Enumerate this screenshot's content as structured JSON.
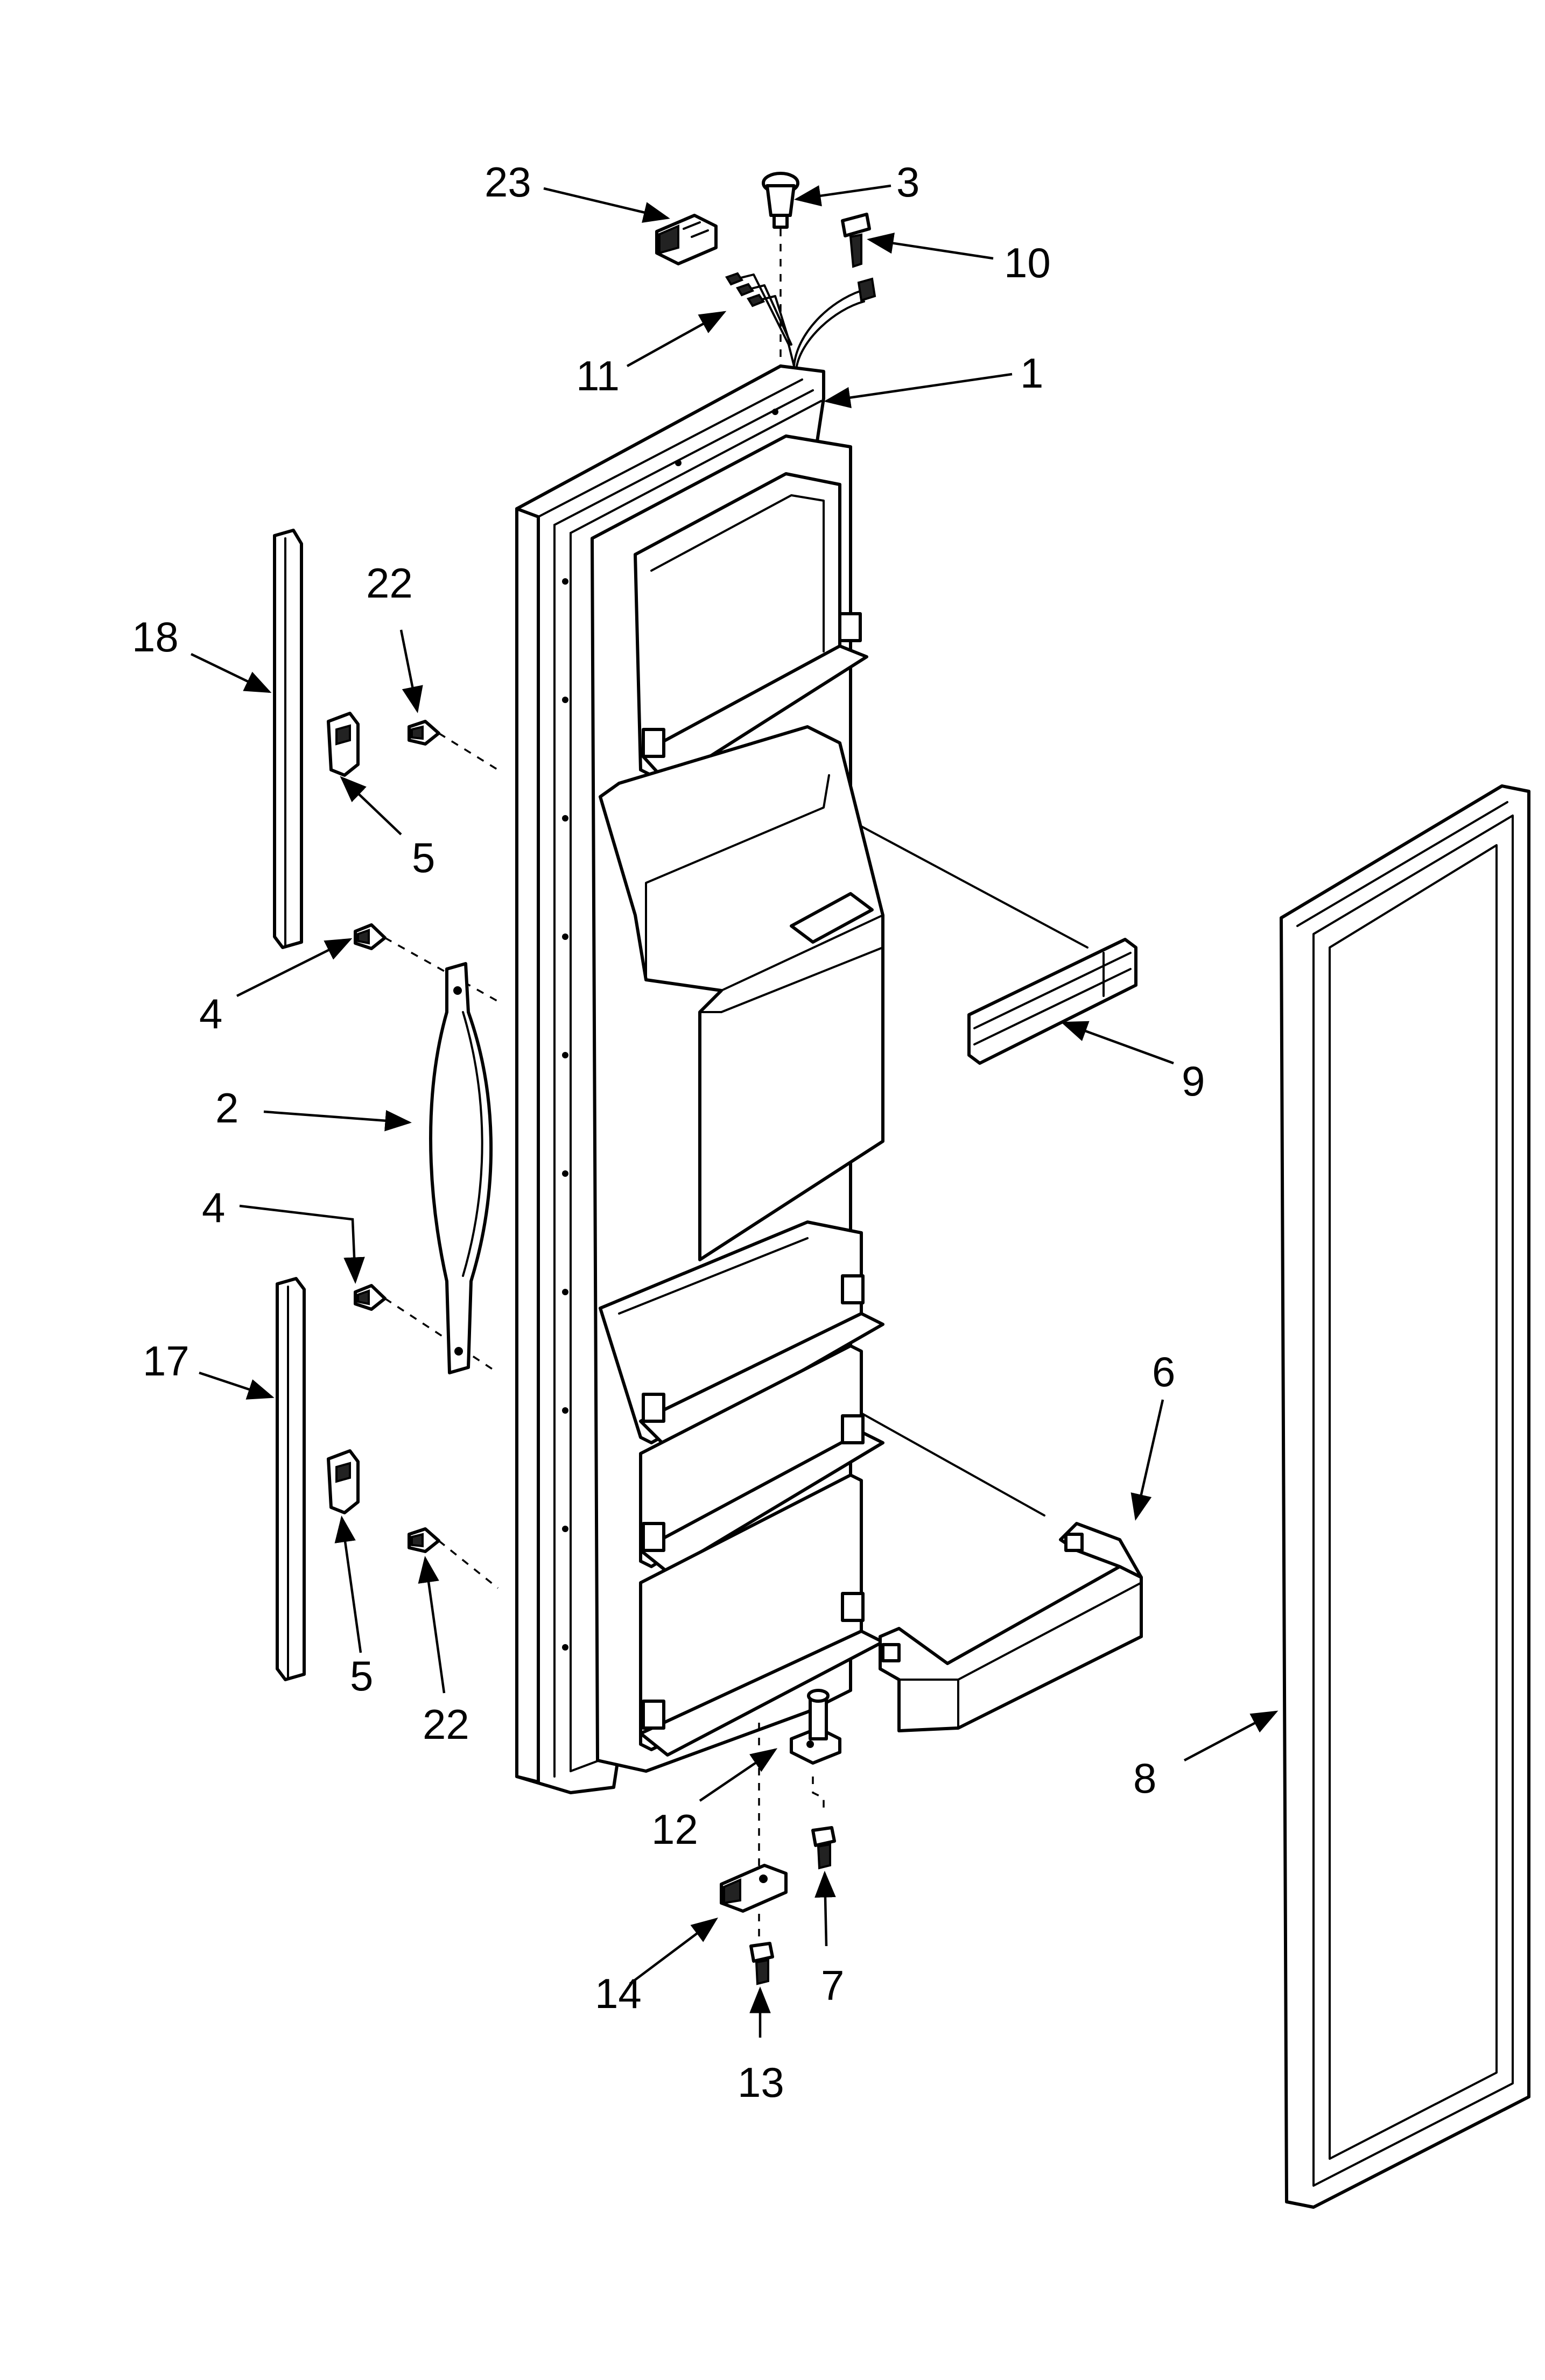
{
  "callouts": [
    {
      "id": "c23a",
      "label": "23"
    },
    {
      "id": "c3",
      "label": "3"
    },
    {
      "id": "c10",
      "label": "10"
    },
    {
      "id": "c11",
      "label": "11"
    },
    {
      "id": "c1",
      "label": "1"
    },
    {
      "id": "c22a",
      "label": "22"
    },
    {
      "id": "c18",
      "label": "18"
    },
    {
      "id": "c5a",
      "label": "5"
    },
    {
      "id": "c4a",
      "label": "4"
    },
    {
      "id": "c9",
      "label": "9"
    },
    {
      "id": "c2",
      "label": "2"
    },
    {
      "id": "c4b",
      "label": "4"
    },
    {
      "id": "c17",
      "label": "17"
    },
    {
      "id": "c6",
      "label": "6"
    },
    {
      "id": "c5b",
      "label": "5"
    },
    {
      "id": "c22b",
      "label": "22"
    },
    {
      "id": "c8",
      "label": "8"
    },
    {
      "id": "c12",
      "label": "12"
    },
    {
      "id": "c14",
      "label": "14"
    },
    {
      "id": "c7",
      "label": "7"
    },
    {
      "id": "c13",
      "label": "13"
    }
  ]
}
